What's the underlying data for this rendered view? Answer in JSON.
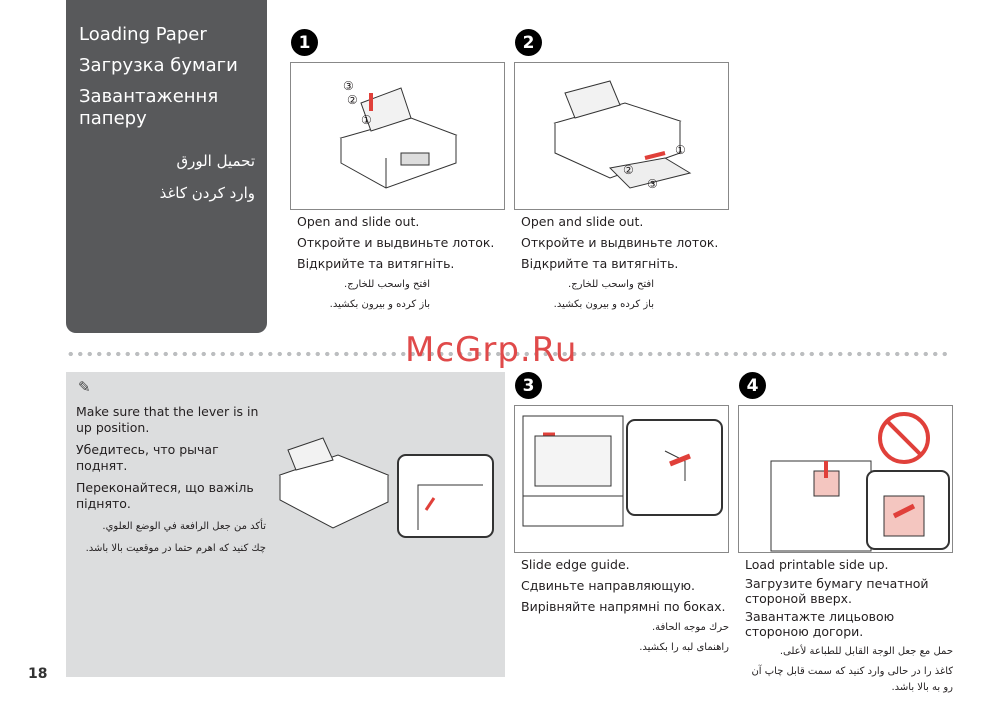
{
  "title": {
    "en": "Loading Paper",
    "ru": "Загрузка бумаги",
    "uk": "Завантаження паперу",
    "ar": "تحميل الورق",
    "fa": "وارد كردن كاغذ"
  },
  "steps": [
    {
      "number": "1",
      "en": "Open and slide out.",
      "ru": "Откройте и выдвиньте лоток.",
      "uk": "Відкрийте та витягніть.",
      "ar": "افتح واسحب للخارج.",
      "fa": "باز كرده و بيرون بكشيد.",
      "callouts": [
        "③",
        "②",
        "①"
      ]
    },
    {
      "number": "2",
      "en": "Open and slide out.",
      "ru": "Откройте и выдвиньте лоток.",
      "uk": "Відкрийте та витягніть.",
      "ar": "افتح واسحب للخارج.",
      "fa": "باز كرده و بيرون بكشيد.",
      "callouts": [
        "①",
        "②",
        "③"
      ]
    },
    {
      "number": "3",
      "en": "Slide edge guide.",
      "ru": "Сдвиньте направляющую.",
      "uk": "Вирівняйте напрямні по боках.",
      "ar": "حرك موجه الحافة.",
      "fa": "راهنماى لبه را بكشيد."
    },
    {
      "number": "4",
      "en": "Load printable side up.",
      "ru": "Загрузите бумагу печатной стороной вверх.",
      "uk": "Завантажте лицьовою стороною догори.",
      "ar": "حمل مع جعل الوجة القابل للطباعة لأعلى.",
      "fa": "كاغذ را در حالى وارد كنيد كه سمت قابل چاپ آن رو به بالا باشد."
    }
  ],
  "note": {
    "icon": "pencil-icon",
    "en": "Make sure that the lever is in up position.",
    "ru": "Убедитесь, что рычаг поднят.",
    "uk": "Переконайтеся, що важіль піднято.",
    "ar": "تأكد من جعل الرافعة في الوضع العلوي.",
    "fa": "چك كنيد كه اهرم حتما در موقعيت بالا باشد."
  },
  "watermark": "McGrp.Ru",
  "page_number": "18",
  "colors": {
    "panel": "#58595b",
    "note_bg": "#dcddde",
    "watermark": "#e04a4a",
    "arrow": "#e0403a"
  }
}
